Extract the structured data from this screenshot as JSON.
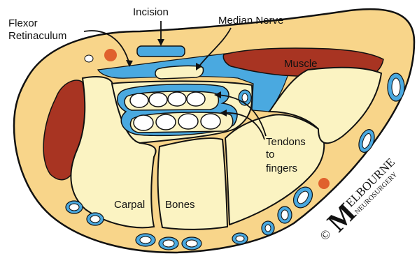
{
  "labels": {
    "incision": "Incision",
    "flexor_line1": "Flexor",
    "flexor_line2": "Retinaculum",
    "median_nerve": "Median Nerve",
    "muscle": "Muscle",
    "tendons_line1": "Tendons",
    "tendons_line2": "to",
    "tendons_line3": "fingers",
    "carpal": "Carpal",
    "bones": "Bones"
  },
  "watermark": {
    "copyright": "©",
    "initial": "M",
    "line1": "ELBOURNE",
    "line2": "NEUROSURGERY"
  },
  "colors": {
    "skin": "#f8d58a",
    "bone": "#fbf3c2",
    "outline": "#111111",
    "retinaculum": "#4aa9e0",
    "muscle": "#a83422",
    "dot": "#e0612d",
    "vessel": "#4aa9e0",
    "tendon": "#ffffff",
    "nerve": "#fbf3c2"
  }
}
